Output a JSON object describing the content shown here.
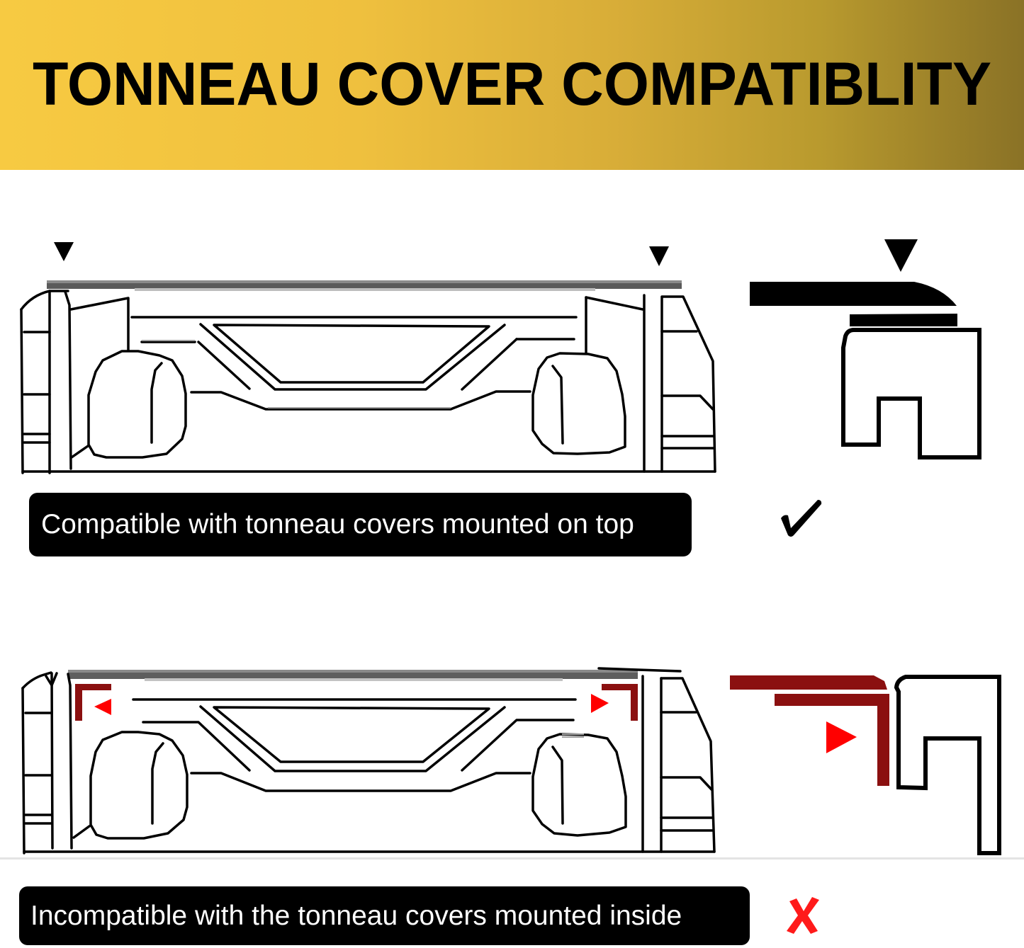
{
  "banner": {
    "title": "TONNEAU COVER COMPATIBLITY",
    "gradient_start": "#f7ca42",
    "gradient_end": "#8a7226"
  },
  "sections": [
    {
      "id": "compatible",
      "label": "Compatible with tonneau covers mounted on top",
      "status_icon": "check-mark-icon",
      "status": "compatible",
      "status_color": "#000000",
      "diagram": "truck-bed-rear-view-cover-on-top",
      "detail": "rail-profile-cover-on-top"
    },
    {
      "id": "incompatible",
      "label": "Incompatible with the tonneau covers mounted inside",
      "status_icon": "x-mark-icon",
      "status": "incompatible",
      "status_color": "#ff1a1a",
      "diagram": "truck-bed-rear-view-cover-inside",
      "detail": "rail-profile-cover-inside",
      "highlight_color": "#8b1010",
      "arrow_color": "#ff0000"
    }
  ]
}
